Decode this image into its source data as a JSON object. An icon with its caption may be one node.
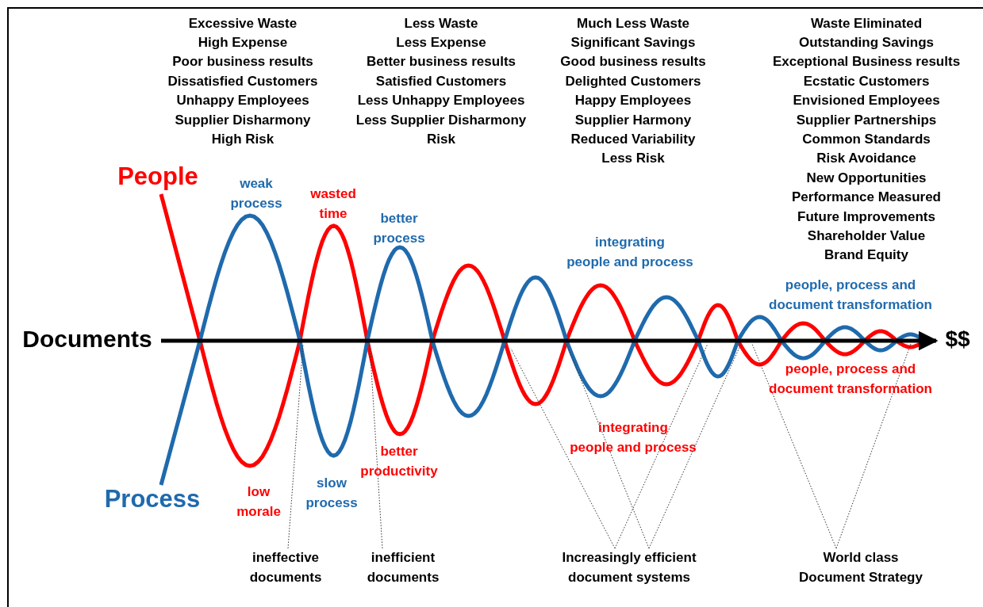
{
  "diagram": {
    "nodes": [
      {
        "text": [
          "ineffective documents"
        ]
      },
      {
        "text": [
          "inefficient documents"
        ]
      },
      {
        "text": [
          "Increasingly efficient document systems"
        ]
      },
      {
        "text": [
          "World class Document Strategy"
        ]
      }
    ],
    "edges": [
      {
        "from": 0,
        "to": null,
        "arrow": "none",
        "style": "dashed"
      },
      {
        "from": 1,
        "to": null,
        "arrow": "none",
        "style": "dashed"
      },
      {
        "from": 2,
        "to": null,
        "arrow": "none",
        "style": "dashed"
      },
      {
        "from": 2,
        "to": null,
        "arrow": "none",
        "style": "dashed"
      },
      {
        "from": 2,
        "to": null,
        "arrow": "none",
        "style": "dashed"
      },
      {
        "from": 2,
        "to": null,
        "arrow": "none",
        "style": "dashed"
      },
      {
        "from": 3,
        "to": null,
        "arrow": "none",
        "style": "dashed"
      },
      {
        "from": 3,
        "to": null,
        "arrow": "none",
        "style": "dashed"
      }
    ],
    "labels": [
      "Excessive Waste",
      "High Expense",
      "Poor business results",
      "Dissatisfied Customers",
      "Unhappy Employees",
      "Supplier Disharmony",
      "High Risk",
      "Less Waste",
      "Less Expense",
      "Better business results",
      "Satisfied Customers",
      "Less Unhappy Employees",
      "Less Supplier Disharmony",
      "Risk",
      "Much Less Waste",
      "Significant Savings",
      "Good business results",
      "Delighted Customers",
      "Happy Employees",
      "Supplier Harmony",
      "Reduced Variability",
      "Less Risk",
      "Waste Eliminated",
      "Outstanding Savings",
      "Exceptional Business results",
      "Ecstatic Customers",
      "Envisioned Employees",
      "Supplier Partnerships",
      "Common Standards",
      "Risk Avoidance",
      "New Opportunities",
      "Performance Measured",
      "Future Improvements",
      "Shareholder Value",
      "Brand Equity",
      "People",
      "weak process",
      "wasted time",
      "better process",
      "integrating people and process",
      "people, process and document transformation",
      "Documents",
      "$$",
      "people, process and document transformation",
      "integrating people and process",
      "better productivity",
      "low morale",
      "slow process",
      "Process"
    ]
  }
}
